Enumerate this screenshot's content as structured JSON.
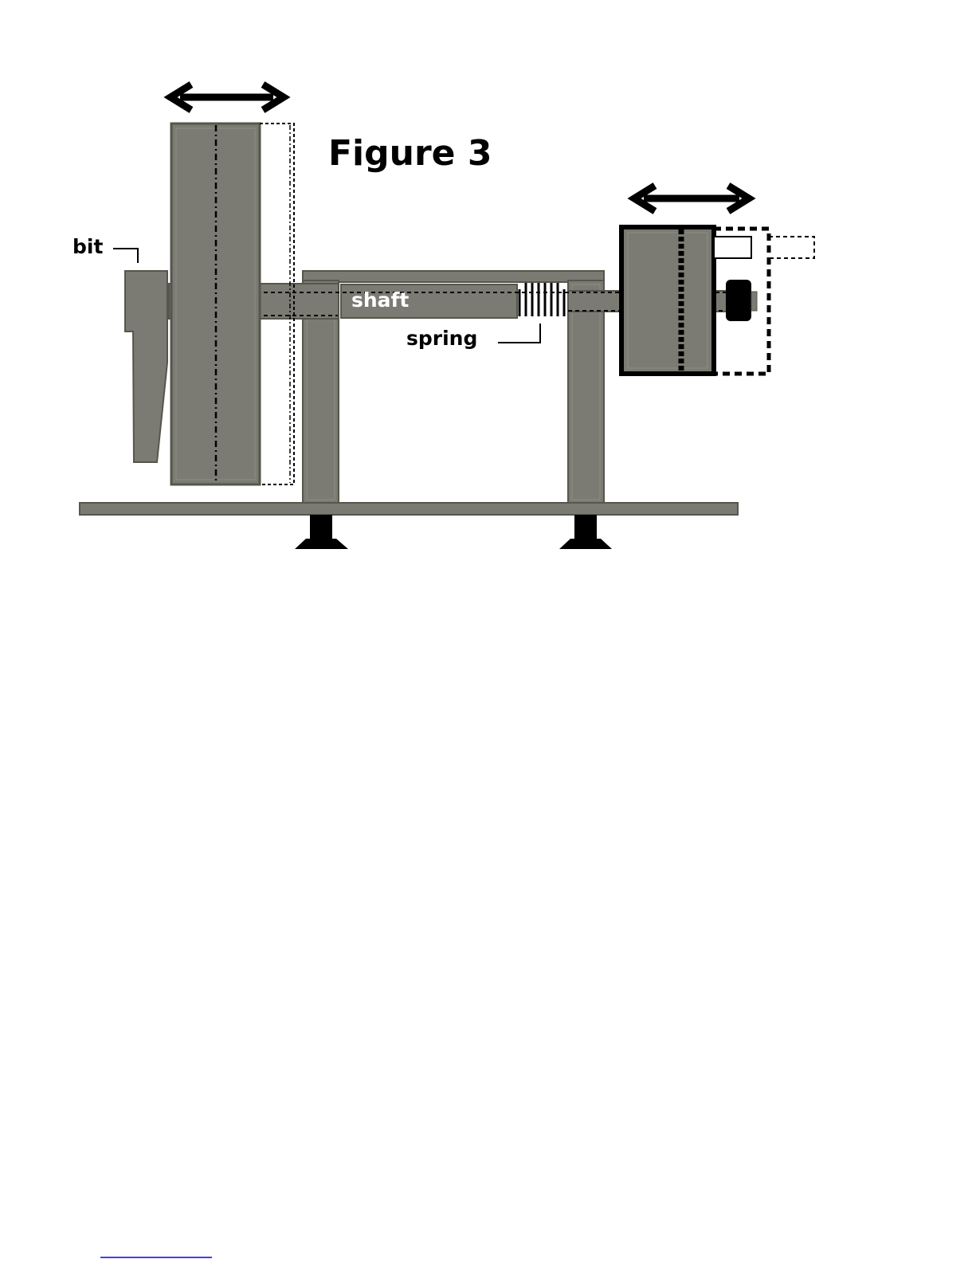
{
  "figure": {
    "title": "Figure 3",
    "labels": {
      "bit": "bit",
      "shaft": "shaft",
      "spring": "spring"
    }
  },
  "colors": {
    "part_fill": "#7b7b73",
    "part_edge": "#56564c",
    "outline": "#000000",
    "shaft_label": "#ffffff",
    "footer_rule": "#0000ee"
  }
}
